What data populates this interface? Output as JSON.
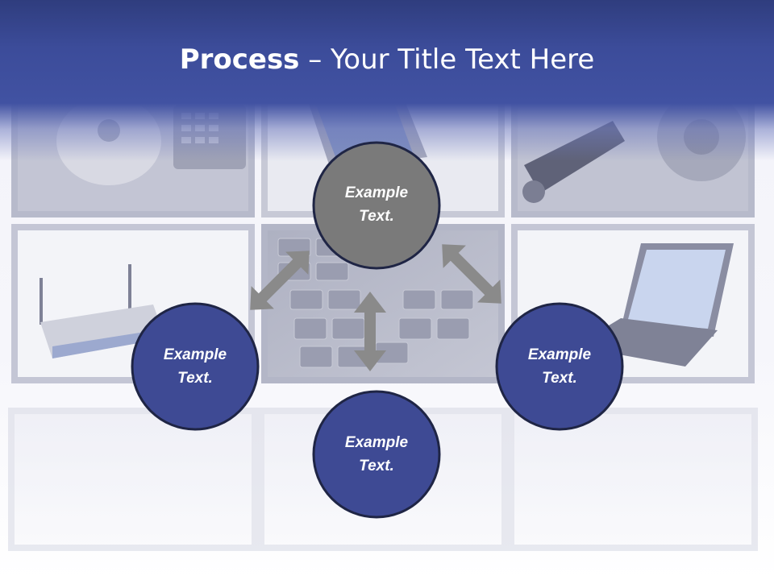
{
  "slide": {
    "title_bold": "Process",
    "title_rest": " – Your Title Text Here"
  },
  "diagram": {
    "nodes": [
      {
        "id": "top",
        "line1": "Example",
        "line2": "Text.",
        "fill": "#7a7a7a"
      },
      {
        "id": "left",
        "line1": "Example",
        "line2": "Text.",
        "fill": "#3e4a94"
      },
      {
        "id": "right",
        "line1": "Example",
        "line2": "Text.",
        "fill": "#3e4a94"
      },
      {
        "id": "bottom",
        "line1": "Example",
        "line2": "Text.",
        "fill": "#3e4a94"
      }
    ]
  },
  "colors": {
    "header": "#3c4c9a",
    "node_outline": "#1f2545",
    "arrow": "#8a8a8a",
    "panel_frame": "#cdd0df"
  },
  "icons": [
    "cd-drive-photo",
    "phone-photo",
    "hard-drive-photo",
    "router-photo",
    "keyboard-photo",
    "laptop-photo"
  ]
}
